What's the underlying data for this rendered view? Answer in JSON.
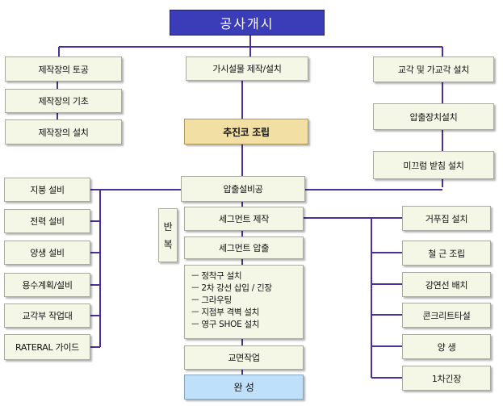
{
  "title": "공사개시",
  "left_top": [
    "제작장의 토공",
    "제작장의 기초",
    "제작장의 설치"
  ],
  "center_top": {
    "temporary": "가시설물 제작/설치",
    "nose": "추진코 조립"
  },
  "right_top": [
    "교각 및 가교각 설치",
    "압출장치설치",
    "미끄럼 받침 설치"
  ],
  "hub": "압출설비공",
  "left_side": [
    "지붕 설비",
    "전력 설비",
    "양생 설비",
    "용수계획/설비",
    "교각부 작업대",
    "RATERAL 가이드"
  ],
  "repeat_label": [
    "반",
    "복"
  ],
  "segment_make": "세그먼트 제작",
  "segment_push": "세그먼트 압출",
  "steps": [
    "ㅡ 정착구 설치",
    "ㅡ 2차 강선 삽입 / 긴장",
    "ㅡ 그라우팅",
    "ㅡ 지점부 격벽 설치",
    "ㅡ 영구 SHOE 설치"
  ],
  "deck": "교면작업",
  "complete": "완      성",
  "right_side": [
    "거푸집 설치",
    "철 근 조립",
    "강연선 배치",
    "콘크리트타설",
    "양      생",
    "1차긴장"
  ],
  "colors": {
    "title_fill": "#3a3cb8",
    "box_fill": "#f4f7e6",
    "nose_fill": "#f1dfa3",
    "complete_fill": "#bfe0fb",
    "line": "#4b2f9a"
  }
}
